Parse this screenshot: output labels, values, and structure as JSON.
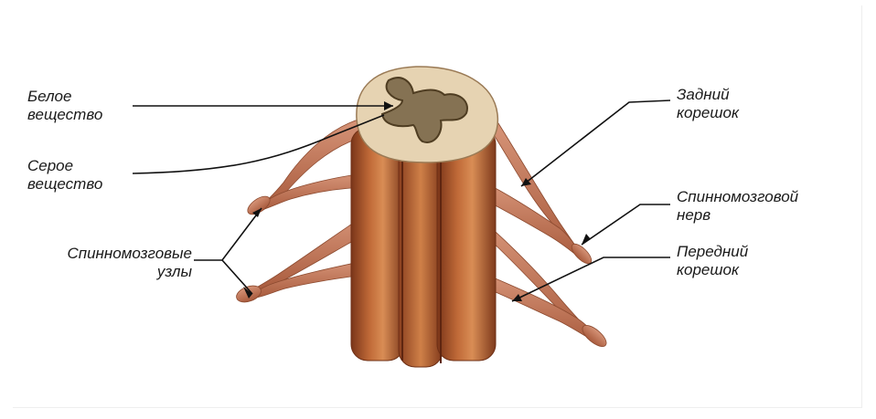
{
  "labels": {
    "white_matter": [
      "Белое",
      "вещество"
    ],
    "gray_matter": [
      "Серое",
      "вещество"
    ],
    "spinal_ganglia": [
      "Спинномозговые",
      "узлы"
    ],
    "posterior_root": [
      "Задний",
      "корешок"
    ],
    "spinal_nerve": [
      "Спинномозговой",
      "нерв"
    ],
    "anterior_root": [
      "Передний",
      "корешок"
    ]
  },
  "colors": {
    "cord_dark": "#8a3f1f",
    "cord_mid": "#b35f33",
    "cord_light": "#d68a55",
    "white_matter": "#e8d7b8",
    "gray_matter": "#8a7a5a",
    "nerve": "#c98062",
    "leader_line": "#111111"
  }
}
